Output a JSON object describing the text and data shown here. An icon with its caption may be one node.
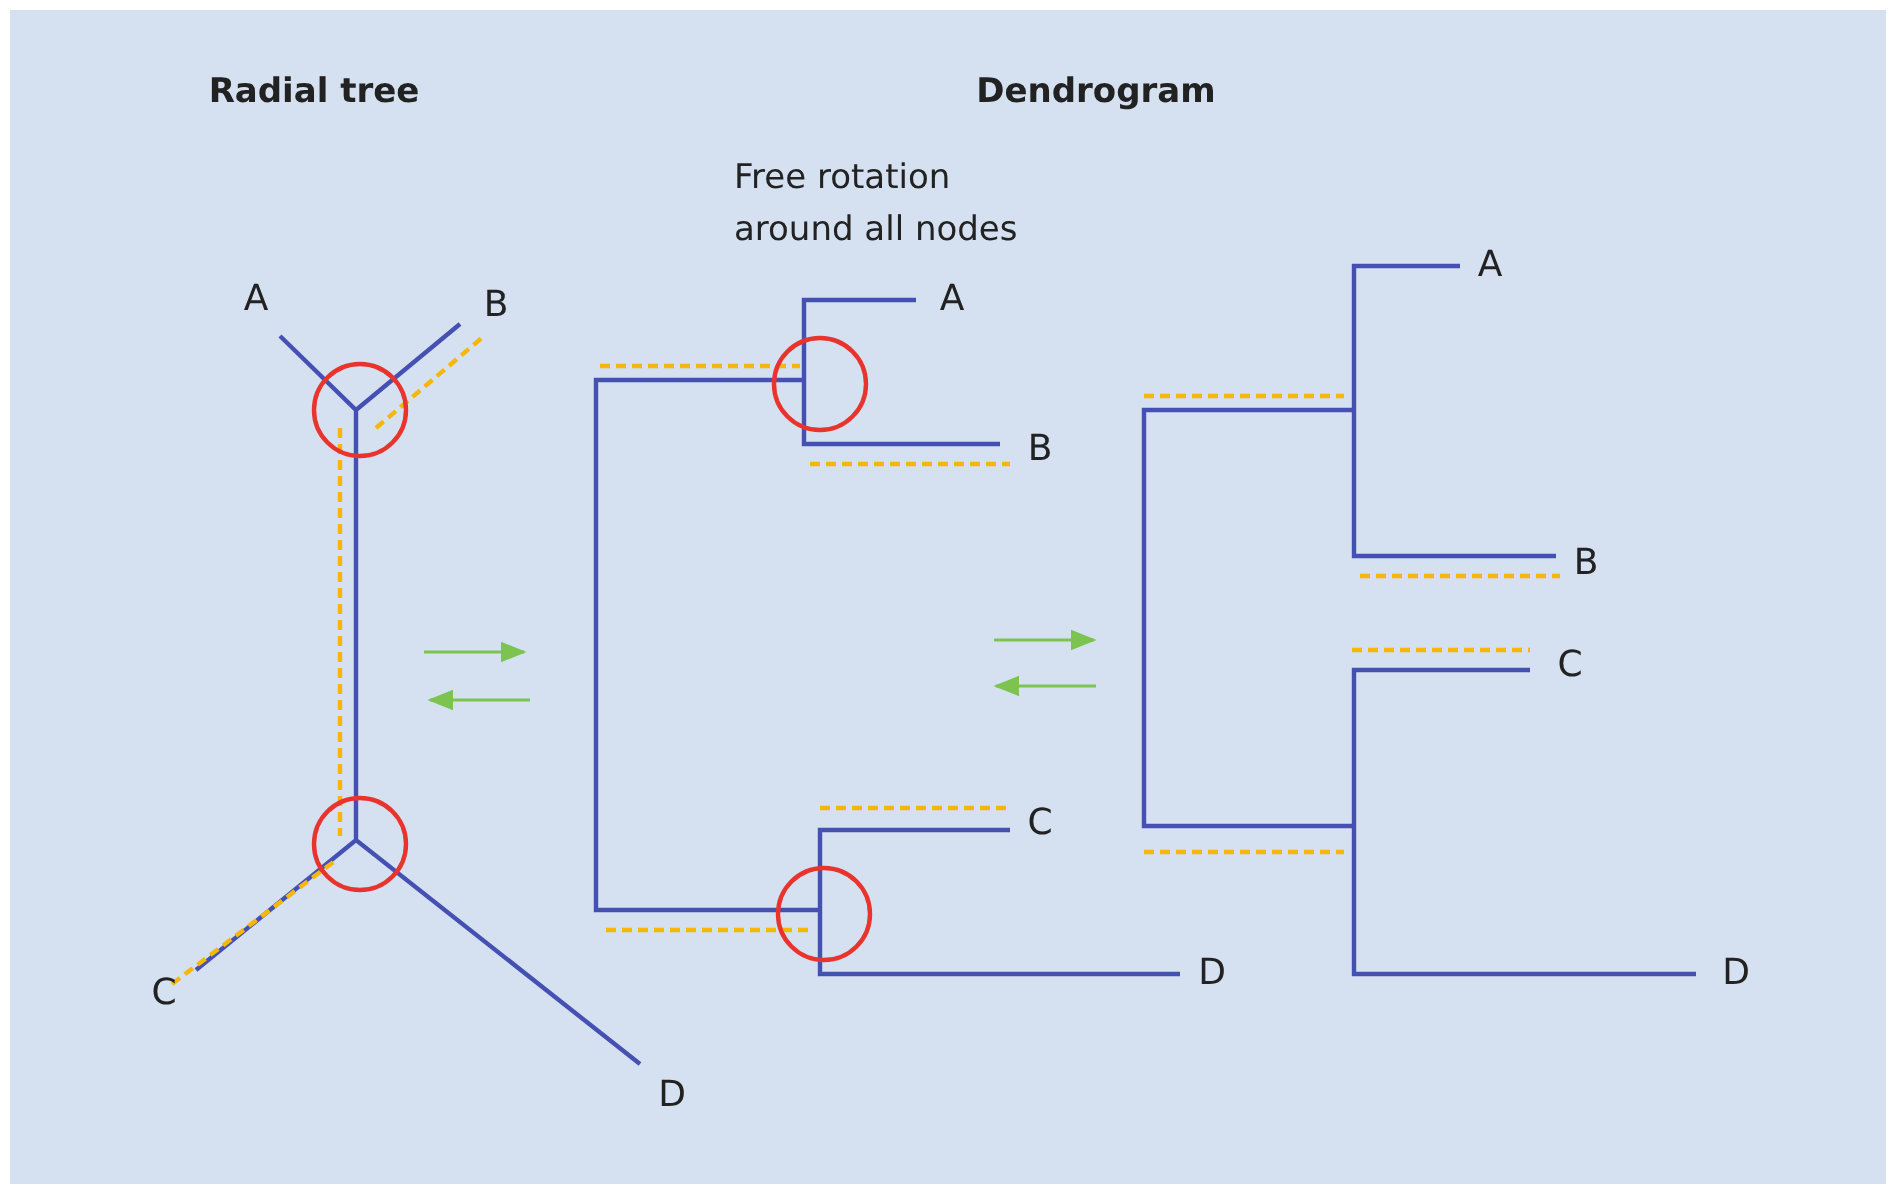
{
  "diagram": {
    "labels": [
      "Radial tree",
      "Dendrogram",
      "Free rotation around all nodes",
      "A",
      "B",
      "C",
      "D",
      "A",
      "B",
      "C",
      "D",
      "A",
      "B",
      "C",
      "D"
    ]
  }
}
